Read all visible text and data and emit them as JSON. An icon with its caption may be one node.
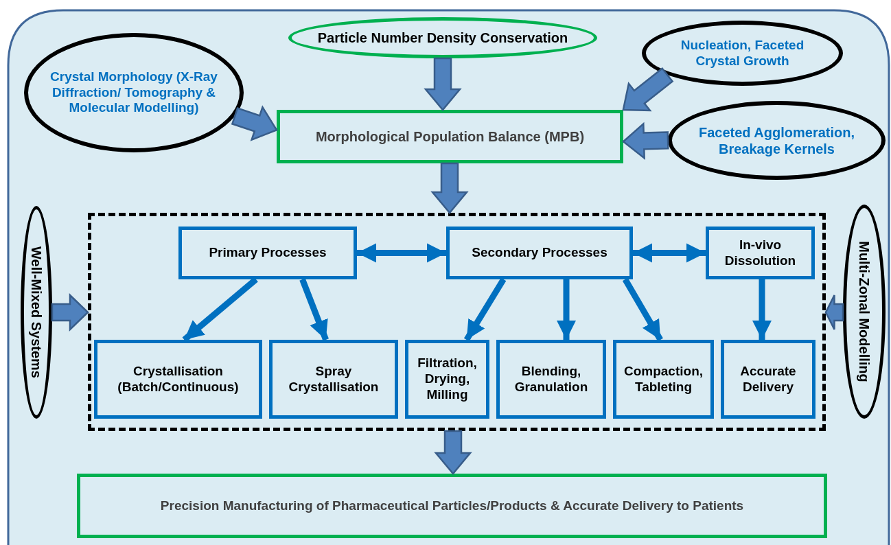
{
  "diagram": {
    "nodes": [
      {
        "text": [
          "Particle Number Density Conservation"
        ]
      },
      {
        "text": [
          "Crystal Morphology (X-Ray Diffraction/ Tomography & Molecular Modelling)"
        ]
      },
      {
        "text": [
          "Nucleation, Faceted Crystal Growth"
        ]
      },
      {
        "text": [
          "Morphological Population Balance (MPB)"
        ]
      },
      {
        "text": [
          "Faceted Agglomeration, Breakage Kernels"
        ]
      },
      {
        "text": [
          "Well-Mixed Systems"
        ]
      },
      {
        "text": [],
        "shape": "box"
      },
      {
        "text": [
          "Primary Processes"
        ],
        "in": 6
      },
      {
        "text": [
          "Secondary Processes"
        ],
        "in": 6
      },
      {
        "text": [
          "In-vivo Dissolution"
        ],
        "in": 6
      },
      {
        "text": [
          "Crystallisation (Batch/Continuous)"
        ],
        "in": 6
      },
      {
        "text": [
          "Spray Crystallisation"
        ],
        "in": 6
      },
      {
        "text": [
          "Filtration, Drying, Milling"
        ],
        "in": 6
      },
      {
        "text": [
          "Blending, Granulation"
        ],
        "in": 6
      },
      {
        "text": [
          "Compaction, Tableting"
        ],
        "in": 6
      },
      {
        "text": [
          "Accurate Delivery"
        ],
        "in": 6
      },
      {
        "text": [
          "Multi-Zonal Modelling"
        ]
      },
      {
        "text": [
          "Precision Manufacturing of Pharmaceutical Particles/Products & Accurate Delivery to Patients"
        ]
      }
    ],
    "edges": [
      {
        "from": 0,
        "to": 3,
        "arrow": "to",
        "style": "thick",
        "color": "#4f81bd"
      },
      {
        "from": 1,
        "to": 3,
        "arrow": "to",
        "style": "thick",
        "color": "#4f81bd"
      },
      {
        "from": 2,
        "to": 3,
        "arrow": "to",
        "style": "thick",
        "color": "#4f81bd"
      },
      {
        "from": 4,
        "to": 3,
        "arrow": "to",
        "style": "thick",
        "color": "#4f81bd"
      },
      {
        "from": 3,
        "to": 6,
        "arrow": "to",
        "style": "thick",
        "color": "#4f81bd"
      },
      {
        "from": 5,
        "to": 6,
        "arrow": "to",
        "style": "thick",
        "color": "#4f81bd"
      },
      {
        "from": 16,
        "to": 6,
        "arrow": "to",
        "style": "thick",
        "color": "#4f81bd"
      },
      {
        "from": 6,
        "to": 17,
        "arrow": "to",
        "style": "thick",
        "color": "#4f81bd"
      },
      {
        "from": 7,
        "to": 8,
        "arrow": "both"
      },
      {
        "from": 8,
        "to": 9,
        "arrow": "both"
      },
      {
        "from": 7,
        "to": 10,
        "arrow": "to"
      },
      {
        "from": 7,
        "to": 11,
        "arrow": "to"
      },
      {
        "from": 8,
        "to": 12,
        "arrow": "to"
      },
      {
        "from": 8,
        "to": 13,
        "arrow": "to"
      },
      {
        "from": 8,
        "to": 14,
        "arrow": "to"
      },
      {
        "from": 9,
        "to": 15,
        "arrow": "to"
      }
    ]
  }
}
